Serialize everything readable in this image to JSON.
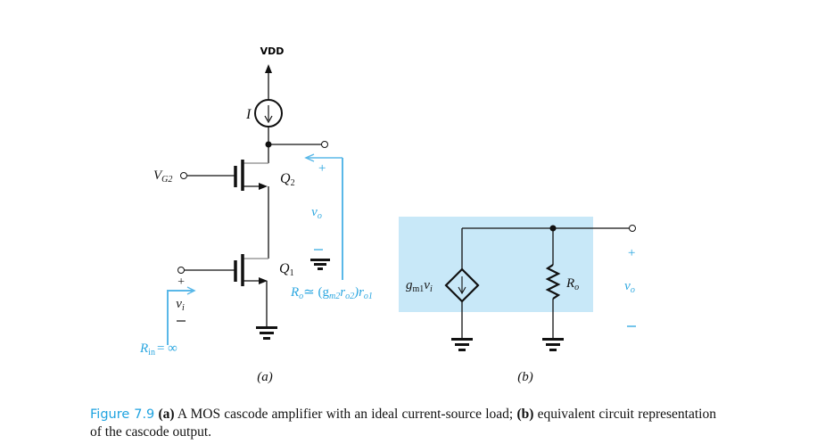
{
  "circuit_a": {
    "supply_label": "VDD",
    "current_source_label": "I",
    "gate_label_main": "V",
    "gate_label_sub": "G2",
    "transistor_top_label": "Q",
    "transistor_top_sub": "2",
    "transistor_bottom_label": "Q",
    "transistor_bottom_sub": "1",
    "output_plus": "+",
    "output_minus": "−",
    "output_voltage": "v",
    "output_voltage_sub": "o",
    "input_plus": "+",
    "input_minus": "−",
    "input_voltage": "v",
    "input_voltage_sub": "i",
    "rin_label": "R",
    "rin_sub": "in",
    "rin_value": "= ∞",
    "ro_label": "R",
    "ro_sub": "o",
    "ro_expr": "≃ (g",
    "ro_expr_sub1": "m2",
    "ro_expr_r": "r",
    "ro_expr_sub2": "o2",
    "ro_expr_close": ")r",
    "ro_expr_sub3": "o1",
    "panel_label": "(a)"
  },
  "circuit_b": {
    "source_label": "g",
    "source_sub": "m1",
    "source_v": "v",
    "source_v_sub": "i",
    "resistor_label": "R",
    "resistor_sub": "o",
    "output_plus": "+",
    "output_minus": "−",
    "output_voltage": "v",
    "output_voltage_sub": "o",
    "panel_label": "(b)",
    "highlight_color": "#c8e8f8"
  },
  "caption": {
    "figure_number": "Figure 7.9",
    "part_a_tag": "(a)",
    "part_a_text": " A MOS cascode amplifier with an ideal current-source load; ",
    "part_b_tag": "(b)",
    "part_b_text": " equivalent circuit representation of the cascode output."
  },
  "colors": {
    "accent_blue": "#2aa6e0",
    "wire": "#111111"
  }
}
